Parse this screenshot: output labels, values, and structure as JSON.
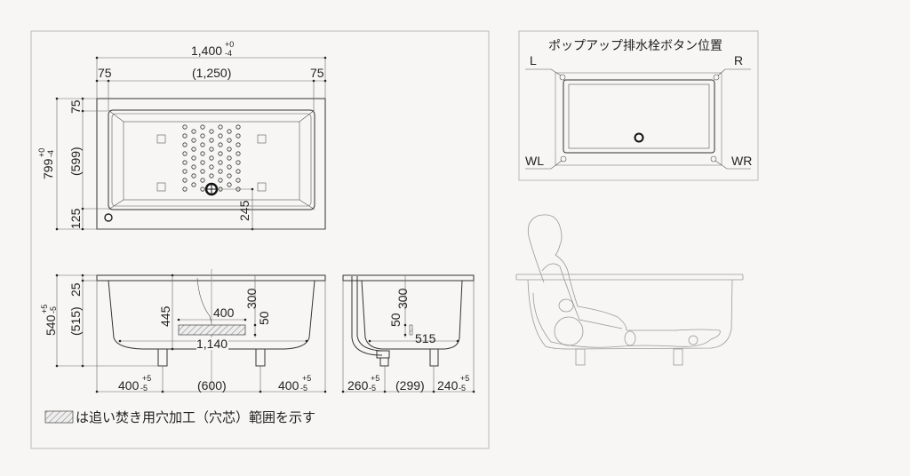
{
  "top_view": {
    "overall_length": "1,400",
    "overall_length_tol_plus": "+0",
    "overall_length_tol_minus": "-4",
    "rim_left": "75",
    "inner_length": "(1,250)",
    "rim_right": "75",
    "overall_width": "799",
    "overall_width_tol_plus": "+0",
    "overall_width_tol_minus": "-4",
    "rim_top": "75",
    "inner_width": "(599)",
    "rim_bottom": "125",
    "drain_offset": "245"
  },
  "front_view": {
    "height": "540",
    "height_tol_plus": "+5",
    "height_tol_minus": "-5",
    "rim_thickness": "25",
    "inner_depth": "(515)",
    "depth_445": "445",
    "hole_width": "400",
    "hole_depth_300": "300",
    "hole_height_50": "50",
    "bottom_length": "1,140",
    "leg_left": "400",
    "leg_center": "(600)",
    "leg_right": "400",
    "tol_plus": "+5",
    "tol_minus": "-5"
  },
  "side_view": {
    "depth_300": "300",
    "height_50": "50",
    "bottom_width": "515",
    "leg_left": "260",
    "leg_center": "(299)",
    "leg_right": "240",
    "tol_plus": "+5",
    "tol_minus": "-5"
  },
  "legend": {
    "text": "は追い焚き用穴加工（穴芯）範囲を示す"
  },
  "popup_panel": {
    "title": "ポップアップ排水栓ボタン位置",
    "labels": {
      "L": "L",
      "R": "R",
      "WL": "WL",
      "WR": "WR"
    }
  }
}
